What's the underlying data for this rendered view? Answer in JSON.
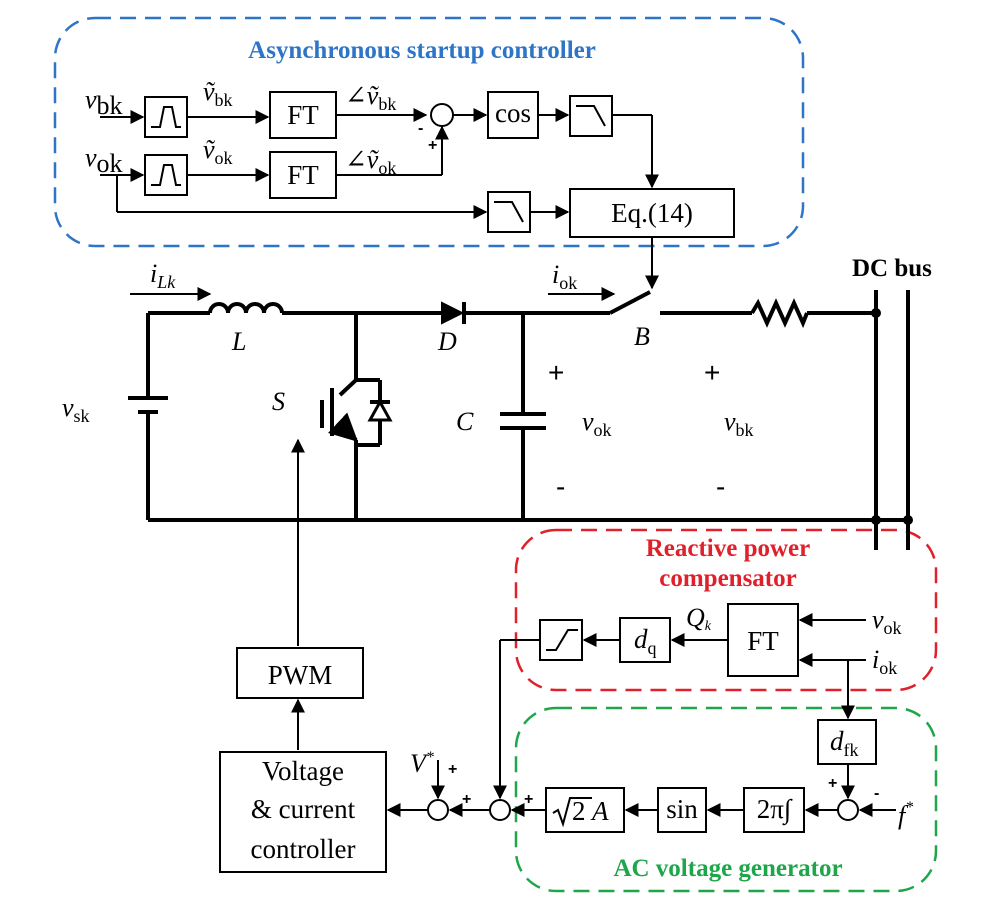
{
  "colors": {
    "startup": "#2e75c7",
    "reactive": "#e0202a",
    "ac": "#1fa64a",
    "line": "#000000"
  },
  "startup": {
    "title": "Asynchronous startup controller",
    "in_vb": "v",
    "in_vb_sub": "bk",
    "in_vo": "v",
    "in_vo_sub": "ok",
    "sig_vb": "ṽ",
    "sig_vb_sub": "bk",
    "sig_vo": "ṽ",
    "sig_vo_sub": "ok",
    "ang_vb": "∠ṽ",
    "ang_vb_sub": "bk",
    "ang_vo": "∠ṽ",
    "ang_vo_sub": "ok",
    "ft1": "FT",
    "ft2": "FT",
    "cos": "cos",
    "eq": "Eq.(14)",
    "minus": "-",
    "plus": "+"
  },
  "circuit": {
    "dc_bus": "DC bus",
    "i_L": "i",
    "i_L_sub": "Lk",
    "L": "L",
    "D": "D",
    "C": "C",
    "S": "S",
    "B": "B",
    "i_o": "i",
    "i_o_sub": "ok",
    "v_s": "v",
    "v_s_sub": "sk",
    "v_o": "v",
    "v_o_sub": "ok",
    "v_b": "v",
    "v_b_sub": "bk",
    "plus": "+",
    "minus": "-",
    "pwm": "PWM",
    "ctrl_line1": "Voltage",
    "ctrl_line2": "& current",
    "ctrl_line3": "controller",
    "vstar": "V",
    "vstar_sup": "*"
  },
  "reactive": {
    "title1": "Reactive power",
    "title2": "compensator",
    "ft": "FT",
    "dq": "d",
    "dq_sub": "q",
    "qk": "Q",
    "qk_sub": "k",
    "in_vo": "v",
    "in_vo_sub": "ok",
    "in_io": "i",
    "in_io_sub": "ok"
  },
  "ac": {
    "title": "AC voltage  generator",
    "dfk": "d",
    "dfk_sub": "fk",
    "sqrt_coef": "2",
    "sqrt_var": "A",
    "sin": "sin",
    "integ": "2π∫",
    "fstar": "f",
    "fstar_sup": "*",
    "plus": "+",
    "minus": "-"
  }
}
